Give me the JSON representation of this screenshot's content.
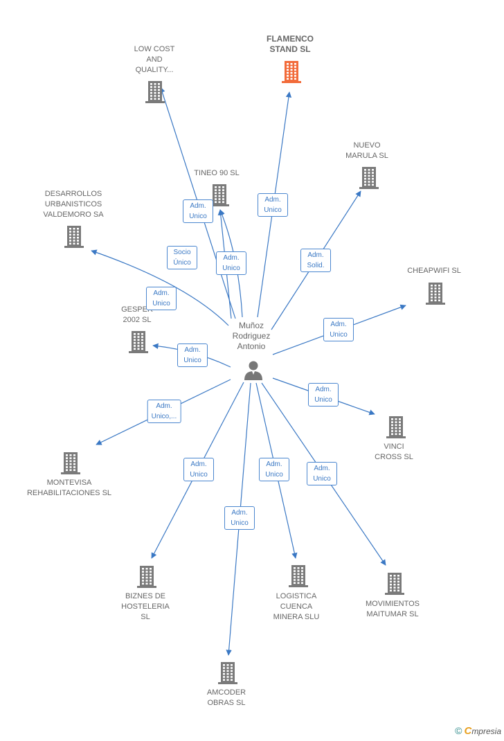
{
  "center": {
    "name": "Muñoz\nRodriguez\nAntonio",
    "icon": "person-icon"
  },
  "colors": {
    "edge": "#3a78c4",
    "building": "#7a7a7a",
    "building_highlight": "#f26b3a",
    "label": "#666666"
  },
  "nodes": [
    {
      "id": "low-cost",
      "label": "LOW COST\nAND\nQUALITY...",
      "highlight": false
    },
    {
      "id": "flamenco",
      "label": "FLAMENCO\nSTAND  SL",
      "highlight": true
    },
    {
      "id": "tineo",
      "label": "TINEO 90  SL",
      "highlight": false
    },
    {
      "id": "nuevo-marula",
      "label": "NUEVO\nMARULA  SL",
      "highlight": false
    },
    {
      "id": "desarrollos",
      "label": "DESARROLLOS\nURBANISTICOS\nVALDEMORO SA",
      "highlight": false
    },
    {
      "id": "cheapwifi",
      "label": "CHEAPWIFI  SL",
      "highlight": false
    },
    {
      "id": "gesper",
      "label": "GESPER\n2002 SL",
      "highlight": false
    },
    {
      "id": "vinci",
      "label": "VINCI\nCROSS SL",
      "highlight": false
    },
    {
      "id": "montevisa",
      "label": "MONTEVISA\nREHABILITACIONES SL",
      "highlight": false
    },
    {
      "id": "biznes",
      "label": "BIZNES DE\nHOSTELERIA\nSL",
      "highlight": false
    },
    {
      "id": "logistica",
      "label": "LOGISTICA\nCUENCA\nMINERA SLU",
      "highlight": false
    },
    {
      "id": "movimientos",
      "label": "MOVIMIENTOS\nMAITUMAR SL",
      "highlight": false
    },
    {
      "id": "amcoder",
      "label": "AMCODER\nOBRAS  SL",
      "highlight": false
    }
  ],
  "edges": [
    {
      "to": "low-cost",
      "role": "Adm.\nUnico"
    },
    {
      "to": "flamenco",
      "role": "Adm.\nUnico"
    },
    {
      "to": "tineo",
      "role": "Adm.\nUnico"
    },
    {
      "to": "tineo",
      "role": "Socio\nÚnico"
    },
    {
      "to": "nuevo-marula",
      "role": "Adm.\nSolid."
    },
    {
      "to": "desarrollos",
      "role": "Adm.\nUnico"
    },
    {
      "to": "cheapwifi",
      "role": "Adm.\nUnico"
    },
    {
      "to": "gesper",
      "role": "Adm.\nUnico"
    },
    {
      "to": "vinci",
      "role": "Adm.\nUnico"
    },
    {
      "to": "montevisa",
      "role": "Adm.\nUnico,..."
    },
    {
      "to": "biznes",
      "role": "Adm.\nUnico"
    },
    {
      "to": "logistica",
      "role": "Adm.\nUnico"
    },
    {
      "to": "movimientos",
      "role": "Adm.\nUnico"
    },
    {
      "to": "amcoder",
      "role": "Adm.\nUnico"
    }
  ],
  "footer": {
    "copyright": "©",
    "brand_initial": "C",
    "brand_rest": "mpresia"
  }
}
